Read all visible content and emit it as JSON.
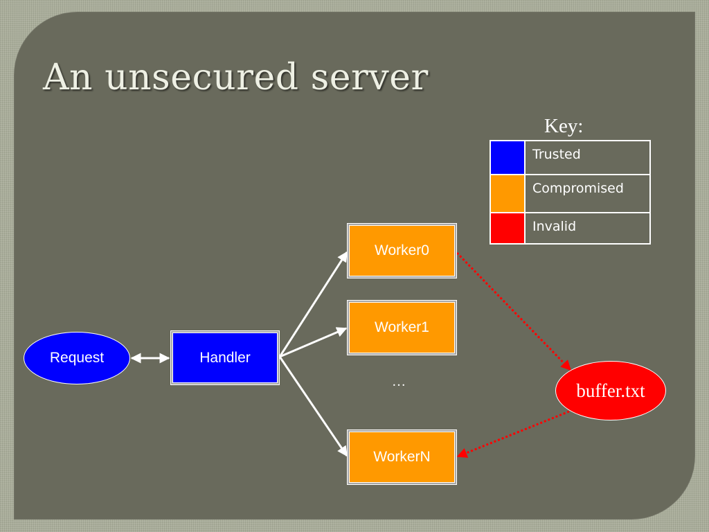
{
  "slide": {
    "title": "An unsecured server"
  },
  "key": {
    "label": "Key:",
    "items": [
      {
        "label": "Trusted",
        "color": "#0000ff"
      },
      {
        "label": "Compromised",
        "color": "#ff9900"
      },
      {
        "label": "Invalid",
        "color": "#ff0000"
      }
    ]
  },
  "diagram": {
    "nodes": {
      "request": {
        "label": "Request",
        "status": "trusted",
        "color": "#0000ff"
      },
      "handler": {
        "label": "Handler",
        "status": "trusted",
        "color": "#0000ff"
      },
      "worker0": {
        "label": "Worker0",
        "status": "compromised",
        "color": "#ff9900"
      },
      "worker1": {
        "label": "Worker1",
        "status": "compromised",
        "color": "#ff9900"
      },
      "workerN": {
        "label": "WorkerN",
        "status": "compromised",
        "color": "#ff9900"
      },
      "buffer": {
        "label": "buffer.txt",
        "status": "invalid",
        "color": "#ff0000"
      }
    },
    "ellipsis": "…",
    "edges": [
      {
        "from": "request",
        "to": "handler",
        "style": "solid",
        "bidirectional": true
      },
      {
        "from": "handler",
        "to": "worker0",
        "style": "solid"
      },
      {
        "from": "handler",
        "to": "worker1",
        "style": "solid"
      },
      {
        "from": "handler",
        "to": "workerN",
        "style": "solid"
      },
      {
        "from": "worker0",
        "to": "buffer",
        "style": "dotted",
        "color": "#ff0000"
      },
      {
        "from": "buffer",
        "to": "workerN",
        "style": "dotted",
        "color": "#ff0000"
      }
    ]
  }
}
